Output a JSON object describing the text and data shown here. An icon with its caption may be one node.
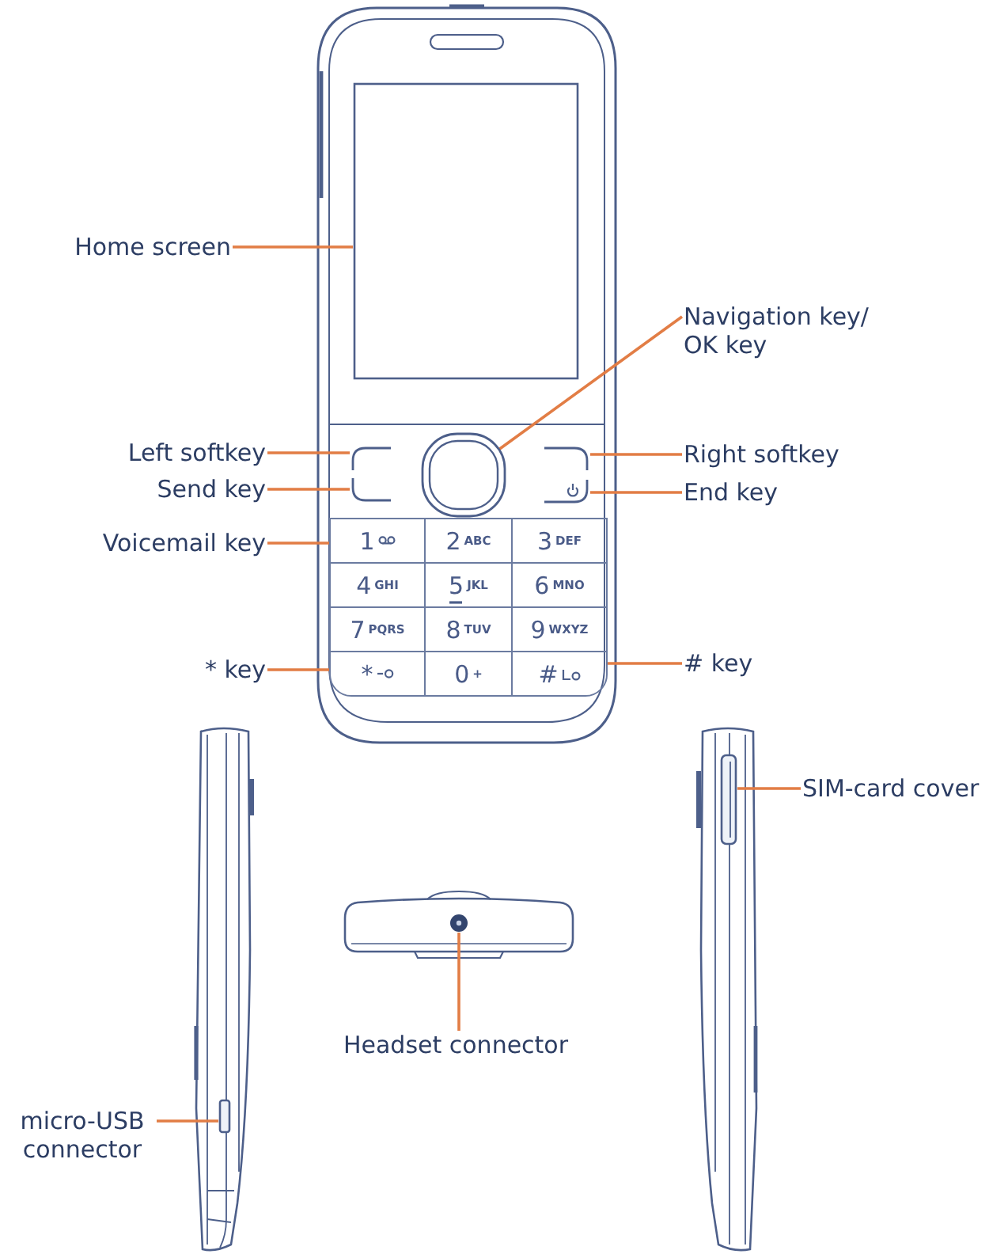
{
  "diagram": {
    "nodes": [
      {
        "text": [
          "Home screen"
        ]
      },
      {
        "text": [],
        "shape": "box"
      },
      {
        "text": [
          "Navigation key/ OK key"
        ]
      },
      {
        "text": [],
        "shape": "box"
      },
      {
        "text": [
          "Left softkey"
        ]
      },
      {
        "text": [],
        "shape": "box"
      },
      {
        "text": [],
        "shape": "box"
      },
      {
        "text": [
          "Right softkey"
        ]
      },
      {
        "text": [
          "Send key"
        ]
      },
      {
        "text": [],
        "shape": "box"
      },
      {
        "text": [],
        "shape": "box"
      },
      {
        "text": [
          "End key"
        ]
      },
      {
        "text": [
          "Voicemail key"
        ]
      },
      {
        "text": [
          "1"
        ]
      },
      {
        "text": [
          "2",
          "ABC"
        ]
      },
      {
        "text": [
          "3",
          "DEF"
        ]
      },
      {
        "text": [
          "4",
          "GHI"
        ]
      },
      {
        "text": [
          "5",
          "JKL"
        ]
      },
      {
        "text": [
          "6",
          "MNO"
        ]
      },
      {
        "text": [
          "7",
          "PQRS"
        ]
      },
      {
        "text": [
          "8",
          "TUV"
        ]
      },
      {
        "text": [
          "9",
          "WXYZ"
        ]
      },
      {
        "text": [
          "* key"
        ]
      },
      {
        "text": [
          "*"
        ]
      },
      {
        "text": [
          "0",
          "+"
        ]
      },
      {
        "text": [
          "#"
        ]
      },
      {
        "text": [
          "# key"
        ]
      },
      {
        "text": [],
        "shape": "box"
      },
      {
        "text": [
          "SIM-card cover"
        ]
      },
      {
        "text": [],
        "shape": "circle"
      },
      {
        "text": [
          "Headset connector"
        ]
      },
      {
        "text": [
          "micro-USB connector"
        ]
      },
      {
        "text": [],
        "shape": "box"
      }
    ],
    "edges": [
      {
        "from": 0,
        "to": 1,
        "arrow": "none"
      },
      {
        "from": 2,
        "to": 3,
        "arrow": "none"
      },
      {
        "from": 4,
        "to": 5,
        "arrow": "none"
      },
      {
        "from": 7,
        "to": 6,
        "arrow": "none"
      },
      {
        "from": 8,
        "to": 9,
        "arrow": "none"
      },
      {
        "from": 11,
        "to": 10,
        "arrow": "none"
      },
      {
        "from": 12,
        "to": 13,
        "arrow": "none"
      },
      {
        "from": 22,
        "to": 23,
        "arrow": "none"
      },
      {
        "from": 26,
        "to": 25,
        "arrow": "none"
      },
      {
        "from": 28,
        "to": 27,
        "arrow": "none"
      },
      {
        "from": 30,
        "to": 29,
        "arrow": "none"
      },
      {
        "from": 31,
        "to": 32,
        "arrow": "none"
      }
    ]
  }
}
